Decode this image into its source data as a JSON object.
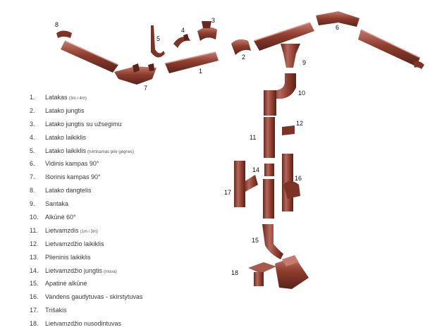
{
  "legend": [
    {
      "num": "1.",
      "label": "Latakas",
      "note": "(3m i 4m)"
    },
    {
      "num": "2.",
      "label": "Latako jungtis",
      "note": ""
    },
    {
      "num": "3.",
      "label": "Latako jungtis su užsegimu",
      "note": ""
    },
    {
      "num": "4.",
      "label": "Latako laikiklis",
      "note": ""
    },
    {
      "num": "5.",
      "label": "Latako laikiklis",
      "note": "(tvirtinamas prie gegnes)"
    },
    {
      "num": "6.",
      "label": "Vidinis kampas 90°",
      "note": ""
    },
    {
      "num": "7.",
      "label": "Išorinis kampas 90°",
      "note": ""
    },
    {
      "num": "8.",
      "label": "Latako dangtelis",
      "note": ""
    },
    {
      "num": "9.",
      "label": "Santaka",
      "note": ""
    },
    {
      "num": "10.",
      "label": "Alkūnė 60°",
      "note": ""
    },
    {
      "num": "11.",
      "label": "Lietvamzdis",
      "note": "(1m i 3m)"
    },
    {
      "num": "12.",
      "label": "Lietvamzdžio laikiklis",
      "note": ""
    },
    {
      "num": "13.",
      "label": "Plieninis laikiklis",
      "note": ""
    },
    {
      "num": "14.",
      "label": "Lietvamzdžio jungtis",
      "note": "(mova)"
    },
    {
      "num": "15.",
      "label": "Apatinė alkūnė",
      "note": ""
    },
    {
      "num": "16.",
      "label": "Vandens gaudytuvas - skirstytuvas",
      "note": ""
    },
    {
      "num": "17.",
      "label": "Trišakis",
      "note": ""
    },
    {
      "num": "18.",
      "label": "Lietvamzdžio nusodintuvas",
      "note": ""
    }
  ],
  "callouts": [
    "1",
    "2",
    "3",
    "4",
    "5",
    "6",
    "7",
    "8",
    "9",
    "10",
    "11",
    "12",
    "14",
    "15",
    "16",
    "17",
    "18"
  ],
  "colors": {
    "metal": "#8a3b2c",
    "metal_light": "#b8655a",
    "metal_dark": "#5a2218"
  }
}
